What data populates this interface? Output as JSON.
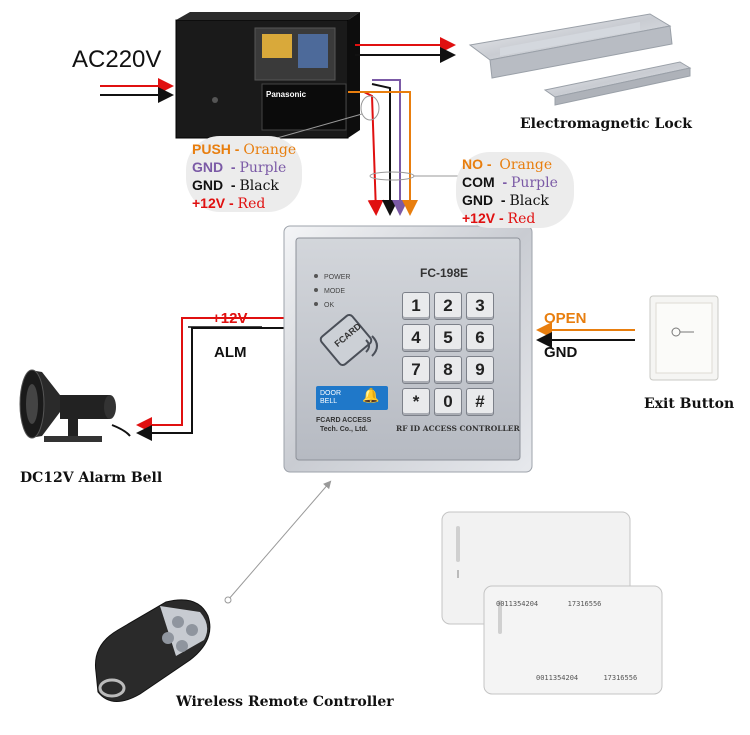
{
  "power": {
    "input_label": "AC220V",
    "battery_brand": "Panasonic"
  },
  "power_wires": [
    {
      "name": "PUSH",
      "sep": "-",
      "color_name": "Orange",
      "cls": "orange"
    },
    {
      "name": "GND",
      "sep": "-",
      "color_name": "Purple",
      "cls": "purple"
    },
    {
      "name": "GND",
      "sep": "-",
      "color_name": "Black",
      "cls": "black"
    },
    {
      "name": "+12V",
      "sep": "-",
      "color_name": "Red",
      "cls": "red"
    }
  ],
  "lock_wires": [
    {
      "name": "NO",
      "sep": "-",
      "color_name": "Orange",
      "cls": "orange"
    },
    {
      "name": "COM",
      "sep": "-",
      "color_name": "Purple",
      "cls": "purple"
    },
    {
      "name": "GND",
      "sep": "-",
      "color_name": "Black",
      "cls": "black"
    },
    {
      "name": "+12V",
      "sep": "-",
      "color_name": "Red",
      "cls": "red"
    }
  ],
  "controller": {
    "model": "FC-198E",
    "indicators": [
      "POWER",
      "MODE",
      "OK"
    ],
    "card_label": "FCARD",
    "doorbell_label": "DOOR BELL",
    "brand_line1": "FCARD ACCESS",
    "brand_line2": "Tech. Co., Ltd.",
    "footer": "RF ID ACCESS CONTROLLER",
    "keys": [
      "1",
      "2",
      "3",
      "4",
      "5",
      "6",
      "7",
      "8",
      "9",
      "*",
      "0",
      "#"
    ]
  },
  "alarm": {
    "plus_label": "+12V",
    "alm_label": "ALM",
    "caption": "DC12V Alarm Bell"
  },
  "exit": {
    "open_label": "OPEN",
    "gnd_label": "GND",
    "caption": "Exit Button"
  },
  "lock": {
    "caption": "Electromagnetic Lock"
  },
  "remote": {
    "caption": "Wireless Remote Controller"
  },
  "cards": {
    "card1_numbers": [
      "0011354204",
      "17316556"
    ],
    "card2_numbers": [
      "0011354204",
      "17316556"
    ]
  },
  "colors": {
    "orange": "#e87e0e",
    "purple": "#7b5aa6",
    "red": "#e01010",
    "black": "#111111"
  }
}
